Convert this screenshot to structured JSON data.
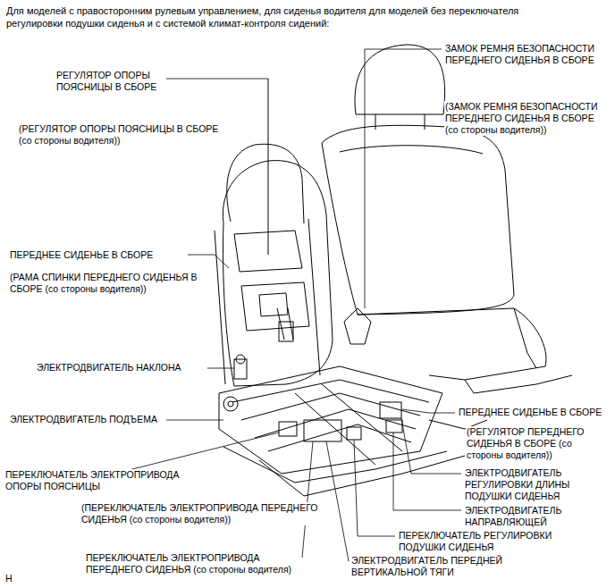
{
  "diagram": {
    "title": "Для моделей с правосторонним рулевым управлением, для сиденья водителя для моделей без переключателя регулировки подушки сиденья и с системой климат-контроля сидений:",
    "labels": [
      "РЕГУЛЯТОР ОПОРЫ ПОЯСНИЦЫ В СБОРЕ",
      "(РЕГУЛЯТОР ОПОРЫ ПОЯСНИЦЫ В СБОРЕ (со стороны водителя))",
      "ПЕРЕДНЕЕ СИДЕНЬЕ В СБОРЕ",
      "(РАМА СПИНКИ ПЕРЕДНЕГО СИДЕНЬЯ В СБОРЕ (со стороны водителя))",
      "ЭЛЕКТРОДВИГАТЕЛЬ НАКЛОНА",
      "ЭЛЕКТРОДВИГАТЕЛЬ ПОДЪЕМА",
      "ПЕРЕКЛЮЧАТЕЛЬ ЭЛЕКТРОПРИВОДА ОПОРЫ ПОЯСНИЦЫ",
      "(ПЕРЕКЛЮЧАТЕЛЬ ЭЛЕКТРОПРИВОДА ПЕРЕДНЕГО СИДЕНЬЯ (со стороны водителя))",
      "ПЕРЕКЛЮЧАТЕЛЬ ЭЛЕКТРОПРИВОДА ПЕРЕДНЕГО СИДЕНЬЯ (со стороны водителя)",
      "ЗАМОК РЕМНЯ БЕЗОПАСНОСТИ ПЕРЕДНЕГО СИДЕНЬЯ В СБОРЕ",
      "(ЗАМОК РЕМНЯ БЕЗОПАСНОСТИ ПЕРЕДНЕГО СИДЕНЬЯ В СБОРЕ (со стороны водителя))",
      "ПЕРЕДНЕЕ СИДЕНЬЕ В СБОРЕ",
      "(РЕГУЛЯТОР ПЕРЕДНЕГО СИДЕНЬЯ В СБОРЕ (со стороны водителя))",
      "ЭЛЕКТРОДВИГАТЕЛЬ РЕГУЛИРОВКИ ДЛИНЫ ПОДУШКИ СИДЕНЬЯ",
      "ЭЛЕКТРОДВИГАТЕЛЬ НАПРАВЛЯЮЩЕЙ",
      "ПЕРЕКЛЮЧАТЕЛЬ РЕГУЛИРОВКИ ПОДУШКИ СИДЕНЬЯ",
      "ЭЛЕКТРОДВИГАТЕЛЬ ПЕРЕДНЕЙ ВЕРТИКАЛЬНОЙ ТЯГИ",
      "H"
    ]
  }
}
